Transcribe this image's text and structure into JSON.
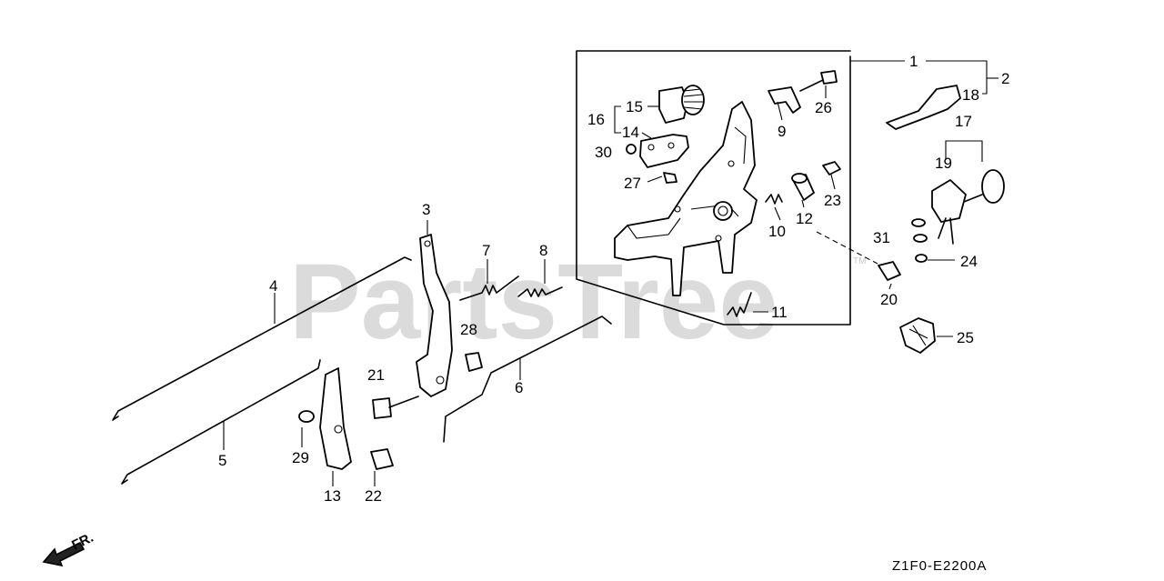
{
  "watermark": {
    "text": "PartsTree",
    "tm": "TM"
  },
  "diagram_code": "Z1F0-E2200A",
  "direction_label": "FR.",
  "callouts": {
    "c1": "1",
    "c2": "2",
    "c3": "3",
    "c4": "4",
    "c5": "5",
    "c6": "6",
    "c7": "7",
    "c8": "8",
    "c9": "9",
    "c10": "10",
    "c11": "11",
    "c12": "12",
    "c13": "13",
    "c14": "14",
    "c15": "15",
    "c16": "16",
    "c17": "17",
    "c18": "18",
    "c19": "19",
    "c20": "20",
    "c21": "21",
    "c22": "22",
    "c23": "23",
    "c24": "24",
    "c25": "25",
    "c26": "26",
    "c27": "27",
    "c28": "28",
    "c29": "29",
    "c30": "30",
    "c31": "31"
  }
}
